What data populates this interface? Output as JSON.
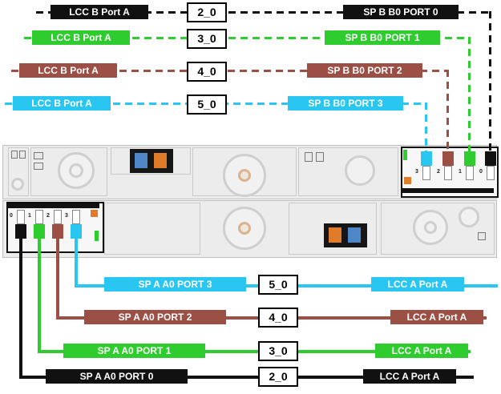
{
  "colors": {
    "black": "#111111",
    "green": "#2ecc2e",
    "brown": "#9b4f45",
    "cyan": "#29c6f2",
    "orange": "#e07b2a",
    "blue": "#4d87c7"
  },
  "top_section": {
    "rows": [
      {
        "left_label": "LCC B Port A",
        "enclosure_id": "2_0",
        "right_label": "SP B B0 PORT 0",
        "color": "#111111"
      },
      {
        "left_label": "LCC B Port A",
        "enclosure_id": "3_0",
        "right_label": "SP B B0 PORT 1",
        "color": "#2ecc2e"
      },
      {
        "left_label": "LCC B Port A",
        "enclosure_id": "4_0",
        "right_label": "SP B B0 PORT 2",
        "color": "#9b4f45"
      },
      {
        "left_label": "LCC B Port A",
        "enclosure_id": "5_0",
        "right_label": "SP B B0 PORT 3",
        "color": "#29c6f2"
      }
    ]
  },
  "bottom_section": {
    "rows": [
      {
        "left_label": "SP A A0 PORT 3",
        "enclosure_id": "5_0",
        "right_label": "LCC A Port A",
        "color": "#29c6f2"
      },
      {
        "left_label": "SP A A0 PORT 2",
        "enclosure_id": "4_0",
        "right_label": "LCC A Port A",
        "color": "#9b4f45"
      },
      {
        "left_label": "SP A A0 PORT 1",
        "enclosure_id": "3_0",
        "right_label": "LCC A Port A",
        "color": "#2ecc2e"
      },
      {
        "left_label": "SP A A0 PORT 0",
        "enclosure_id": "2_0",
        "right_label": "LCC A Port A",
        "color": "#111111"
      }
    ]
  },
  "hardware": {
    "sp_b_port_block": {
      "port_labels": [
        "3",
        "2",
        "1",
        "0"
      ],
      "port_colors": [
        "#29c6f2",
        "#9b4f45",
        "#2ecc2e",
        "#111111"
      ]
    },
    "sp_a_port_block": {
      "port_labels": [
        "0",
        "1",
        "2",
        "3"
      ],
      "port_colors": [
        "#111111",
        "#2ecc2e",
        "#9b4f45",
        "#29c6f2"
      ]
    }
  }
}
